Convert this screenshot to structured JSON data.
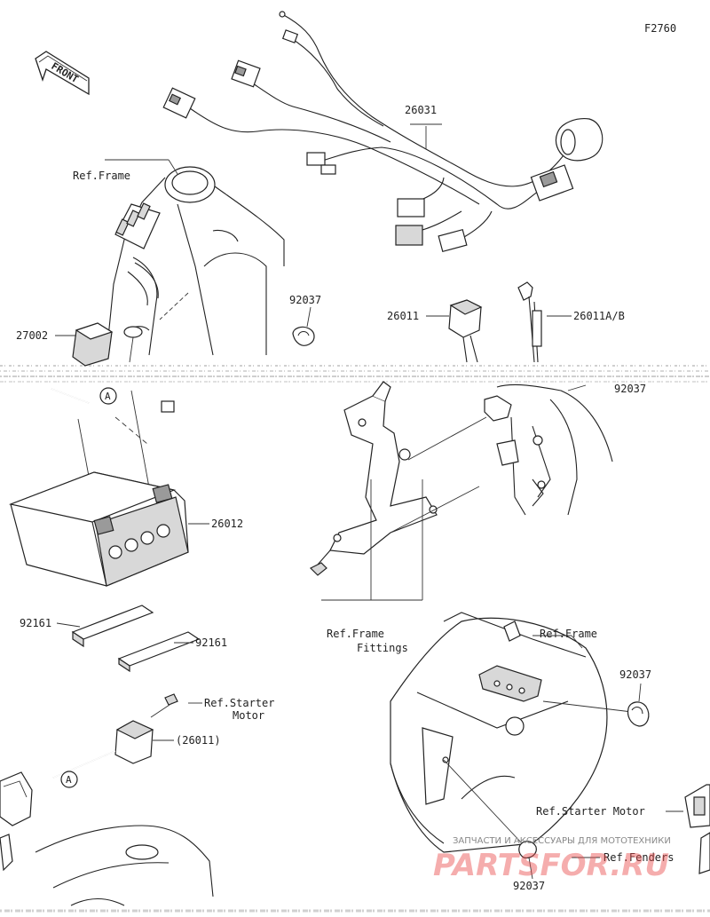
{
  "figure_code": "F2760",
  "front_label": "FRONT",
  "labels": {
    "harness": "26031",
    "ref_frame_top": "Ref.Frame",
    "clamp_a": "92037",
    "relay": "26011",
    "relay_ab": "26011A/B",
    "clamp_b": "92037",
    "box_27002": "27002",
    "battery": "26012",
    "strap_1": "92161",
    "strap_2": "92161",
    "fittings_1": "Ref.Frame",
    "fittings_2": "Fittings",
    "ref_frame_right": "Ref.Frame",
    "clamp_c": "92037",
    "starter_1": "Ref.Starter",
    "starter_2": "Motor",
    "relay_paren": "(26011)",
    "starter_right": "Ref.Starter Motor",
    "fenders": "Ref.Fenders",
    "clamp_d": "92037",
    "callout_a1": "A",
    "callout_a2": "A"
  },
  "watermark": {
    "caption": "ЗАПЧАСТИ И АКСЕССУАРЫ ДЛЯ МОТОТЕХНИКИ",
    "brand": "PARTSFOR.RU"
  }
}
